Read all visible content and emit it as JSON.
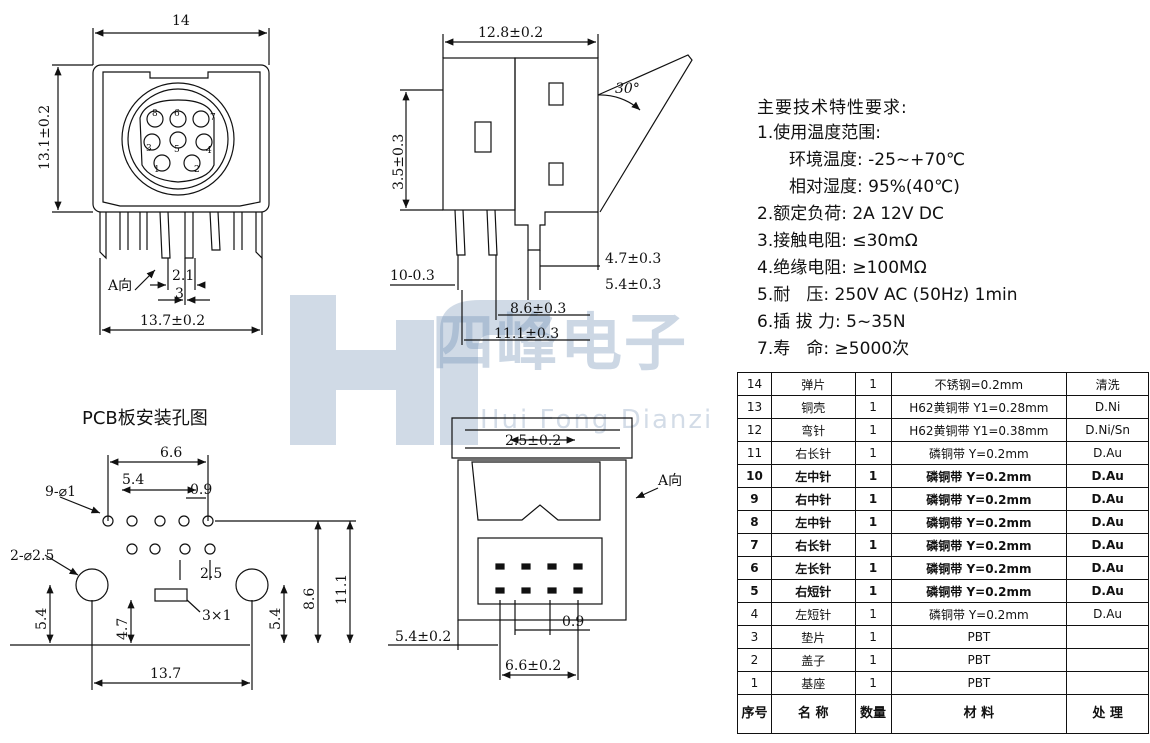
{
  "dims_front": {
    "width_top": "14",
    "height": "13.1±0.2",
    "pitch_a": "2.1",
    "pitch_b": "3",
    "width_bottom": "13.7±0.2",
    "a_dir": "A向"
  },
  "pin_numbers_front": [
    "8",
    "6",
    "7",
    "3",
    "5",
    "4",
    "1",
    "2"
  ],
  "dims_side": {
    "width": "12.8±0.2",
    "angle": "30°",
    "height": "3.5±0.3",
    "d1": "10-0.3",
    "d2": "4.7±0.3",
    "d3": "5.4±0.3",
    "d4": "8.6±0.3",
    "d5": "11.1±0.3"
  },
  "requirements": {
    "title": "主要技术特性要求:",
    "items": [
      {
        "text": "1.使用温度范围:",
        "sub": false
      },
      {
        "text": "环境温度: -25~+70℃",
        "sub": true
      },
      {
        "text": "相对湿度: 95%(40℃)",
        "sub": true
      },
      {
        "text": "2.额定负荷: 2A 12V DC",
        "sub": false
      },
      {
        "text": "3.接触电阻: ≤30mΩ",
        "sub": false
      },
      {
        "text": "4.绝缘电阻: ≥100MΩ",
        "sub": false
      },
      {
        "text": "5.耐   压: 250V AC (50Hz) 1min",
        "sub": false
      },
      {
        "text": "6.插 拔 力: 5~35N",
        "sub": false
      },
      {
        "text": "7.寿   命: ≥5000次",
        "sub": false
      }
    ]
  },
  "pcb": {
    "title": "PCB板安装孔图",
    "d_66": "6.6",
    "d_54": "5.4",
    "d_09": "0.9",
    "holes_small": "9-⌀1",
    "holes_big": "2-⌀2.5",
    "d_25": "2.5",
    "d_3x1": "3×1",
    "left_54": "5.4",
    "d_47": "4.7",
    "right_54": "5.4",
    "d_86": "8.6",
    "d_111": "11.1",
    "d_137": "13.7"
  },
  "bottom_view": {
    "d_25": "2.5±0.2",
    "a_dir": "A向",
    "d_54": "5.4±0.2",
    "d_09": "0.9",
    "d_66": "6.6±0.2"
  },
  "watermark": {
    "cn": "四峰电子",
    "en": "Hui Fong Dianzi"
  },
  "bom": {
    "rows": [
      {
        "no": "14",
        "name": "弹片",
        "qty": "1",
        "material": "不锈钢=0.2mm",
        "finish": "清洗",
        "bold": false
      },
      {
        "no": "13",
        "name": "铜壳",
        "qty": "1",
        "material": "H62黄铜带 Y1=0.28mm",
        "finish": "D.Ni",
        "bold": false
      },
      {
        "no": "12",
        "name": "弯针",
        "qty": "1",
        "material": "H62黄铜带 Y1=0.38mm",
        "finish": "D.Ni/Sn",
        "bold": false
      },
      {
        "no": "11",
        "name": "右长针",
        "qty": "1",
        "material": "磷铜带 Y=0.2mm",
        "finish": "D.Au",
        "bold": false
      },
      {
        "no": "10",
        "name": "左中针",
        "qty": "1",
        "material": "磷铜带 Y=0.2mm",
        "finish": "D.Au",
        "bold": true
      },
      {
        "no": "9",
        "name": "右中针",
        "qty": "1",
        "material": "磷铜带 Y=0.2mm",
        "finish": "D.Au",
        "bold": true
      },
      {
        "no": "8",
        "name": "左中针",
        "qty": "1",
        "material": "磷铜带 Y=0.2mm",
        "finish": "D.Au",
        "bold": true
      },
      {
        "no": "7",
        "name": "右长针",
        "qty": "1",
        "material": "磷铜带 Y=0.2mm",
        "finish": "D.Au",
        "bold": true
      },
      {
        "no": "6",
        "name": "左长针",
        "qty": "1",
        "material": "磷铜带 Y=0.2mm",
        "finish": "D.Au",
        "bold": true
      },
      {
        "no": "5",
        "name": "右短针",
        "qty": "1",
        "material": "磷铜带 Y=0.2mm",
        "finish": "D.Au",
        "bold": true
      },
      {
        "no": "4",
        "name": "左短针",
        "qty": "1",
        "material": "磷铜带 Y=0.2mm",
        "finish": "D.Au",
        "bold": false
      },
      {
        "no": "3",
        "name": "垫片",
        "qty": "1",
        "material": "PBT",
        "finish": "",
        "bold": false
      },
      {
        "no": "2",
        "name": "盖子",
        "qty": "1",
        "material": "PBT",
        "finish": "",
        "bold": false
      },
      {
        "no": "1",
        "name": "基座",
        "qty": "1",
        "material": "PBT",
        "finish": "",
        "bold": false
      }
    ],
    "header": {
      "no": "序号",
      "name": "名 称",
      "qty": "数量",
      "material": "材 料",
      "finish": "处 理"
    }
  }
}
